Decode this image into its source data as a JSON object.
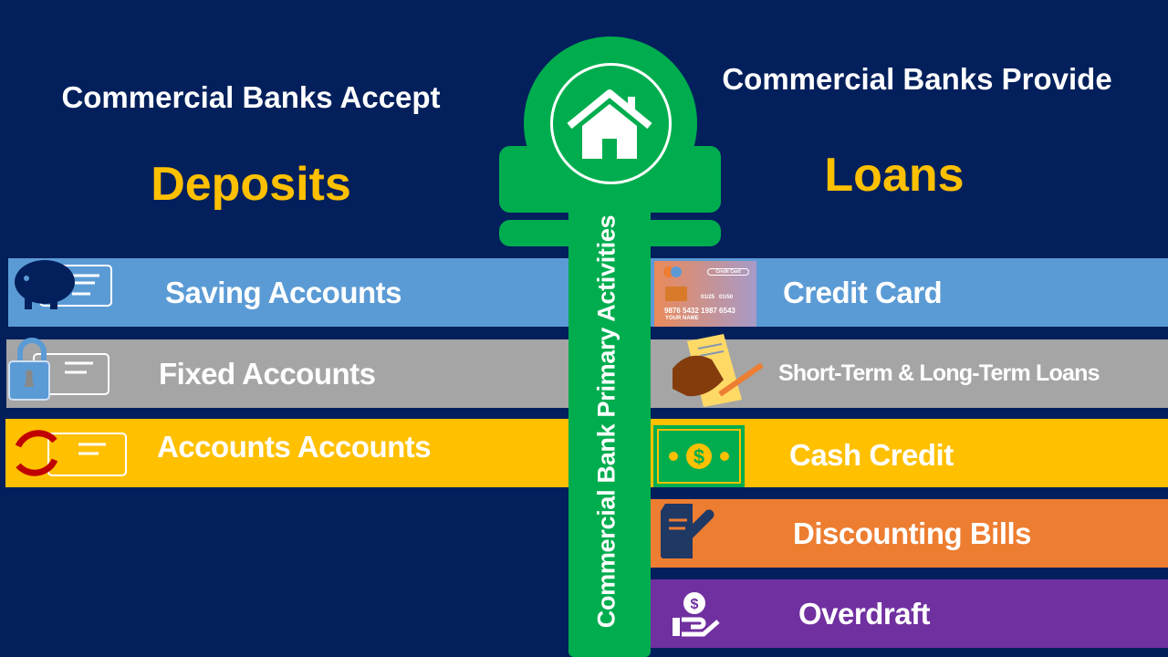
{
  "deposits": {
    "heading": "Commercial Banks Accept",
    "title": "Deposits",
    "items": [
      {
        "label": "Saving Accounts",
        "color": "#5b9bd5",
        "icon": "piggy-bank-icon"
      },
      {
        "label": "Fixed Accounts",
        "color": "#a5a5a5",
        "icon": "padlock-icon"
      },
      {
        "label": "Accounts Accounts",
        "color": "#ffc000",
        "icon": "refresh-icon"
      }
    ]
  },
  "loans": {
    "heading": "Commercial Banks Provide",
    "title": "Loans",
    "items": [
      {
        "label": "Credit Card",
        "color": "#5b9bd5",
        "icon": "credit-card-icon"
      },
      {
        "label": "Short-Term & Long-Term Loans",
        "color": "#a5a5a5",
        "icon": "handshake-contract-icon"
      },
      {
        "label": "Cash Credit",
        "color": "#ffc000",
        "icon": "banknote-icon"
      },
      {
        "label": "Discounting Bills",
        "color": "#ed7d31",
        "icon": "document-pen-icon"
      },
      {
        "label": "Overdraft",
        "color": "#7030a0",
        "icon": "hand-coin-icon"
      }
    ]
  },
  "credit_card_graphic": {
    "badge": "Credit Card",
    "dates": "01/25   01/50",
    "number": "9876 5432 1987 6543",
    "name": "YOUR NAME"
  },
  "center": {
    "label": "Commercial Bank Primary Activities",
    "icon": "house-icon",
    "color": "#00ad4e"
  },
  "colors": {
    "background": "#03205c",
    "accent": "#ffc000"
  }
}
